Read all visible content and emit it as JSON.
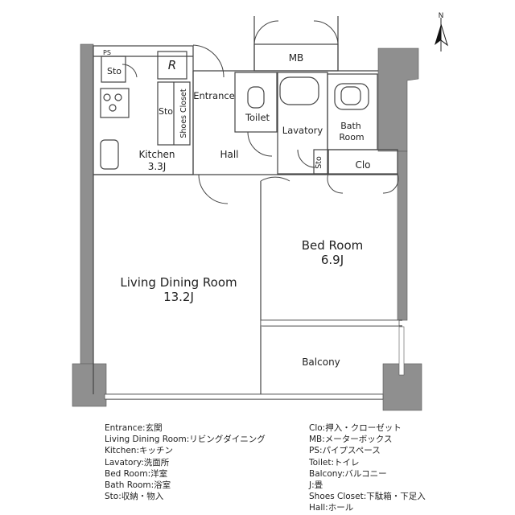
{
  "compass": {
    "label": "N"
  },
  "rooms": {
    "ps": "PS",
    "sto_kitchen": "Sto",
    "refrigerator": "R",
    "sto_shoes": "Sto",
    "shoes_closet": "Shoes Closet",
    "entrance": "Entrance",
    "toilet": "Toilet",
    "lavatory": "Lavatory",
    "bath_room_line1": "Bath",
    "bath_room_line2": "Room",
    "mb": "MB",
    "kitchen": "Kitchen",
    "kitchen_size": "3.3J",
    "hall": "Hall",
    "sto_hall": "Sto",
    "clo": "Clo",
    "bed_room": "Bed Room",
    "bed_room_size": "6.9J",
    "living_dining": "Living Dining Room",
    "living_dining_size": "13.2J",
    "balcony": "Balcony"
  },
  "legend_left": [
    "Entrance:玄関",
    "Living Dining Room:リビングダイニング",
    "Kitchen:キッチン",
    "Lavatory:洗面所",
    "Bed Room:洋室",
    "Bath Room:浴室",
    "Sto:収納・物入"
  ],
  "legend_right": [
    "Clo:押入・クローゼット",
    "MB:メーターボックス",
    "PS:パイプスペース",
    "Toilet:トイレ",
    "Balcony:バルコニー",
    "J:畳",
    "Shoes Closet:下駄箱・下足入",
    "Hall:ホール"
  ]
}
